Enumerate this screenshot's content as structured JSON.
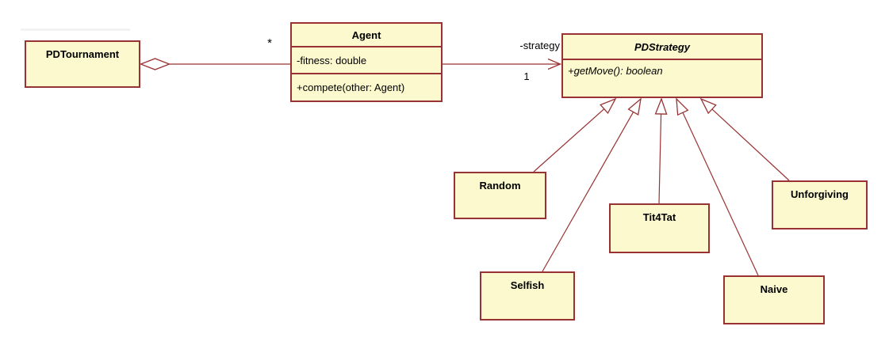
{
  "diagram": {
    "kind": "uml-class-diagram",
    "colors": {
      "box_fill": "#FBF9CD",
      "box_border": "#993333",
      "connector": "#993333",
      "text": "#000000"
    },
    "classes": {
      "pdtournament": {
        "name": "PDTournament"
      },
      "agent": {
        "name": "Agent",
        "attribute": "-fitness: double",
        "method": "+compete(other: Agent)"
      },
      "pdstrategy": {
        "name": "PDStrategy",
        "method": "+getMove(): boolean",
        "abstract": true
      },
      "random": {
        "name": "Random"
      },
      "selfish": {
        "name": "Selfish"
      },
      "tit4tat": {
        "name": "Tit4Tat"
      },
      "naive": {
        "name": "Naive"
      },
      "unforgiving": {
        "name": "Unforgiving"
      }
    },
    "labels": {
      "agent_multiplicity": "*",
      "strategy_role": "-strategy",
      "strategy_multiplicity": "1"
    },
    "relationships": [
      {
        "type": "aggregation",
        "whole": "PDTournament",
        "part": "Agent",
        "part_multiplicity": "*"
      },
      {
        "type": "association",
        "from": "Agent",
        "to": "PDStrategy",
        "role": "-strategy",
        "multiplicity": "1"
      },
      {
        "type": "generalization",
        "subclass": "Random",
        "superclass": "PDStrategy"
      },
      {
        "type": "generalization",
        "subclass": "Selfish",
        "superclass": "PDStrategy"
      },
      {
        "type": "generalization",
        "subclass": "Tit4Tat",
        "superclass": "PDStrategy"
      },
      {
        "type": "generalization",
        "subclass": "Naive",
        "superclass": "PDStrategy"
      },
      {
        "type": "generalization",
        "subclass": "Unforgiving",
        "superclass": "PDStrategy"
      }
    ]
  }
}
